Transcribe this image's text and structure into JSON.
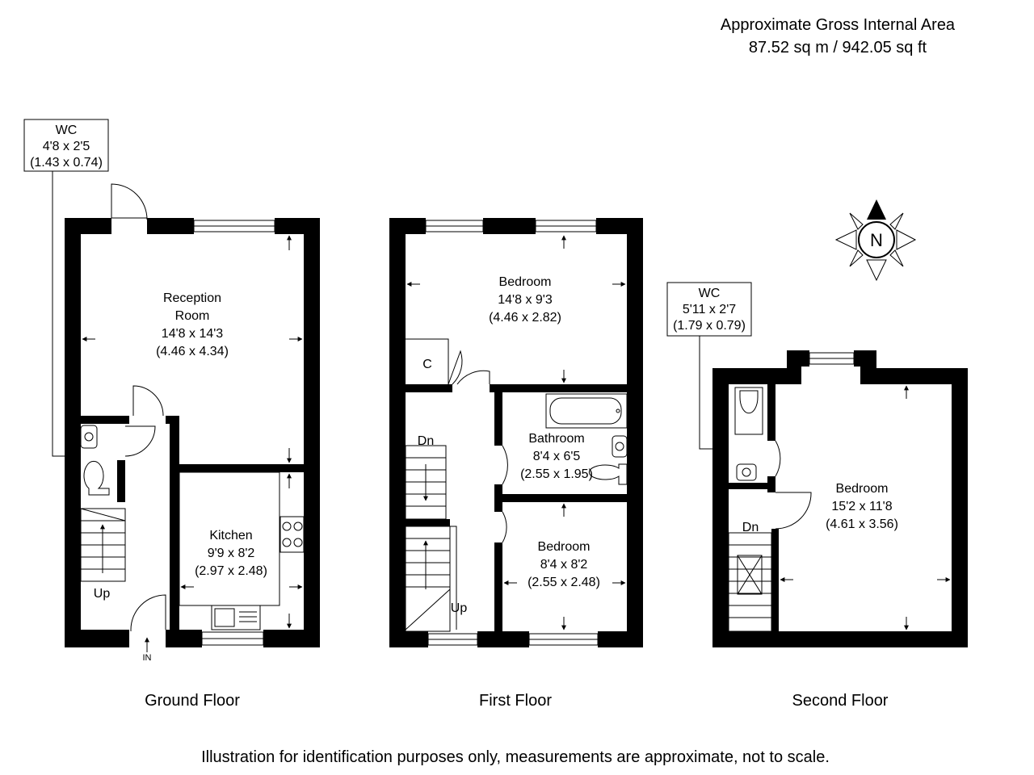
{
  "header": {
    "line1": "Approximate Gross Internal Area",
    "line2": "87.52 sq m / 942.05 sq ft"
  },
  "ground_floor": {
    "title": "Ground Floor",
    "wc": {
      "name": "WC",
      "imperial": "4'8 x 2'5",
      "metric": "(1.43 x 0.74)"
    },
    "reception": {
      "name1": "Reception",
      "name2": "Room",
      "imperial": "14'8 x 14'3",
      "metric": "(4.46 x 4.34)"
    },
    "kitchen": {
      "name": "Kitchen",
      "imperial": "9'9 x 8'2",
      "metric": "(2.97 x 2.48)"
    },
    "stairs_label": "Up",
    "entrance_label": "IN"
  },
  "first_floor": {
    "title": "First Floor",
    "bedroom_main": {
      "name": "Bedroom",
      "imperial": "14'8 x 9'3",
      "metric": "(4.46 x 2.82)"
    },
    "bathroom": {
      "name": "Bathroom",
      "imperial": "8'4 x 6'5",
      "metric": "(2.55 x 1.95)"
    },
    "bedroom_small": {
      "name": "Bedroom",
      "imperial": "8'4 x 8'2",
      "metric": "(2.55 x 2.48)"
    },
    "cupboard_label": "C",
    "stairs_down": "Dn",
    "stairs_up": "Up"
  },
  "second_floor": {
    "title": "Second Floor",
    "wc": {
      "name": "WC",
      "imperial": "5'11 x 2'7",
      "metric": "(1.79 x 0.79)"
    },
    "bedroom": {
      "name": "Bedroom",
      "imperial": "15'2 x 11'8",
      "metric": "(4.61 x 3.56)"
    },
    "stairs_down": "Dn"
  },
  "compass": {
    "letter": "N"
  },
  "footer": {
    "disclaimer": "Illustration for identification purposes only, measurements are approximate, not to scale."
  }
}
